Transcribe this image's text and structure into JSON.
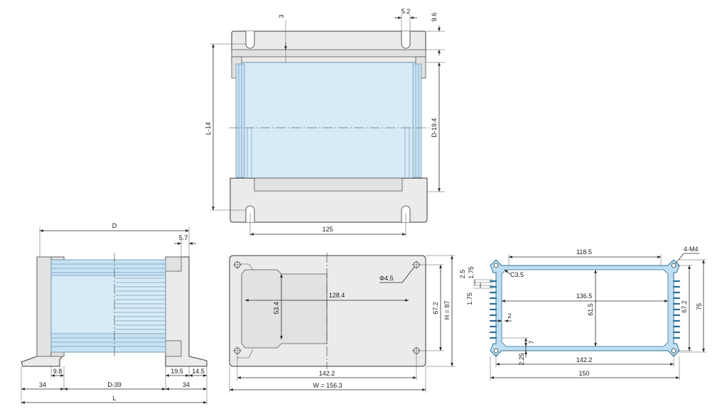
{
  "dims": {
    "top_gap": "3",
    "top_slot": "5.2",
    "top_edge": "9.6",
    "top_length": "L-14",
    "top_depth": "D-19.4",
    "top_slot_pitch": "125",
    "side_depth": "D",
    "side_step": "5.7",
    "side_9_8": "9.8",
    "side_19_5": "19.5",
    "side_14_5": "14.5",
    "side_34_left": "34",
    "side_d39": "D-39",
    "side_34_right": "34",
    "side_L": "L",
    "front_hole": "Φ4.5",
    "front_128_4": "128.4",
    "front_53_4": "53.4",
    "front_67_2": "67.2",
    "front_H": "H = 87",
    "front_142_2": "142.2",
    "front_W": "W = 156.3",
    "prof_118_5": "118.5",
    "prof_4m4": "4-M4",
    "prof_2_5": "2.5",
    "prof_1_75a": "1.75",
    "prof_c3_5": "C3.5",
    "prof_1_75b": "1.75",
    "prof_136_5": "136.5",
    "prof_61_5": "61.5",
    "prof_67_2": "67.2",
    "prof_75": "75",
    "prof_2": "2",
    "prof_7": "7",
    "prof_2_25": "2.25",
    "prof_142_2": "142.2",
    "prof_150": "150"
  }
}
